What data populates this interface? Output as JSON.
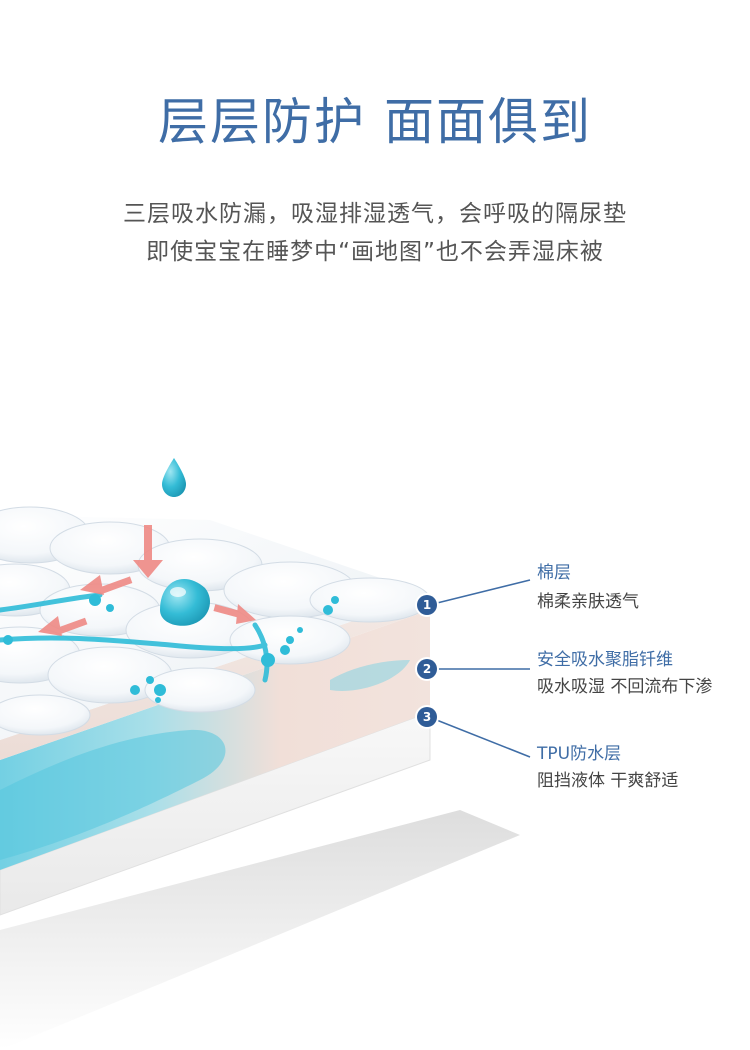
{
  "headline": "层层防护 面面俱到",
  "subtitle_line1": "三层吸水防漏，吸湿排湿透气，会呼吸的隔尿垫",
  "subtitle_line2": "即使宝宝在睡梦中“画地图”也不会弄湿床被",
  "layers": [
    {
      "number": "1",
      "title": "棉层",
      "desc": "棉柔亲肤透气"
    },
    {
      "number": "2",
      "title": "安全吸水聚脂钎维",
      "desc": "吸水吸湿 不回流布下渗"
    },
    {
      "number": "3",
      "title": "TPU防水层",
      "desc": "阻挡液体 干爽舒适"
    }
  ],
  "colors": {
    "accent": "#3f6da6",
    "badge": "#2f5c97",
    "water": "#3ec3dc",
    "arrow": "#ef8a85"
  }
}
